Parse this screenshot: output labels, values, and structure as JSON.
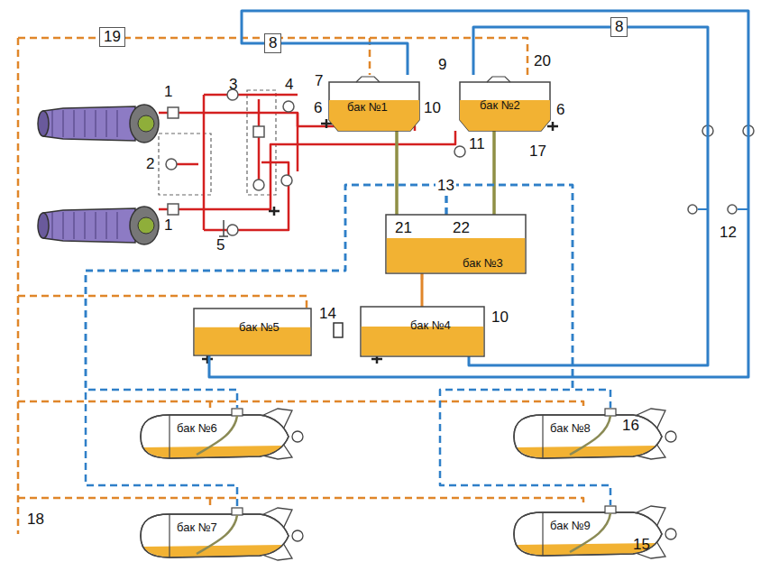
{
  "diagram": {
    "nodes": [
      {
        "text": [
          "бак №1"
        ]
      },
      {
        "text": [
          "бак №2"
        ]
      },
      {
        "text": [
          "бак №3"
        ]
      },
      {
        "text": [
          "бак №5"
        ]
      },
      {
        "text": [
          "бак №4"
        ]
      },
      {
        "text": [
          "бак №6"
        ]
      },
      {
        "text": [
          "бак №8"
        ]
      },
      {
        "text": [
          "бак №7"
        ]
      },
      {
        "text": [
          "бак №9"
        ]
      }
    ],
    "edges": [
      {
        "from": 0,
        "to": 2,
        "arrow": "none"
      },
      {
        "from": 1,
        "to": 2,
        "arrow": "none"
      },
      {
        "from": 2,
        "to": 4,
        "arrow": "none"
      },
      {
        "from": 3,
        "to": 0,
        "arrow": "none"
      },
      {
        "from": 4,
        "to": 1,
        "arrow": "none"
      },
      {
        "from": 2,
        "to": 5,
        "arrow": "none"
      },
      {
        "from": 2,
        "to": 7,
        "arrow": "none"
      },
      {
        "from": 2,
        "to": 6,
        "arrow": "none"
      },
      {
        "from": 2,
        "to": 8,
        "arrow": "none"
      }
    ],
    "labels": [
      "19",
      "8",
      "8",
      "9",
      "20",
      "7",
      "1",
      "3",
      "4",
      "6",
      "10",
      "6",
      "11",
      "17",
      "2",
      "13",
      "1",
      "5",
      "21",
      "22",
      "12",
      "14",
      "10",
      "16",
      "18",
      "15"
    ]
  }
}
